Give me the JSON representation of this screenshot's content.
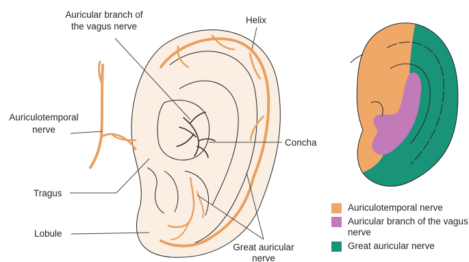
{
  "labels": {
    "auricular_branch": [
      "Auricular branch of",
      "the vagus nerve"
    ],
    "helix": "Helix",
    "auriculotemporal": [
      "Auriculotemporal",
      "nerve"
    ],
    "concha": "Concha",
    "tragus": "Tragus",
    "lobule": "Lobule",
    "great_auricular": [
      "Great auricular",
      "nerve"
    ]
  },
  "legend": [
    {
      "label": "Auriculotemporal nerve",
      "color": "#f0a868"
    },
    {
      "label": "Auricular branch of the vagus nerve",
      "color": "#c27bb8"
    },
    {
      "label": "Great auricular nerve",
      "color": "#1a9479"
    }
  ],
  "colors": {
    "ear_fill": "#fbeee2",
    "nerve": "#e8a060",
    "outline": "#222222"
  }
}
